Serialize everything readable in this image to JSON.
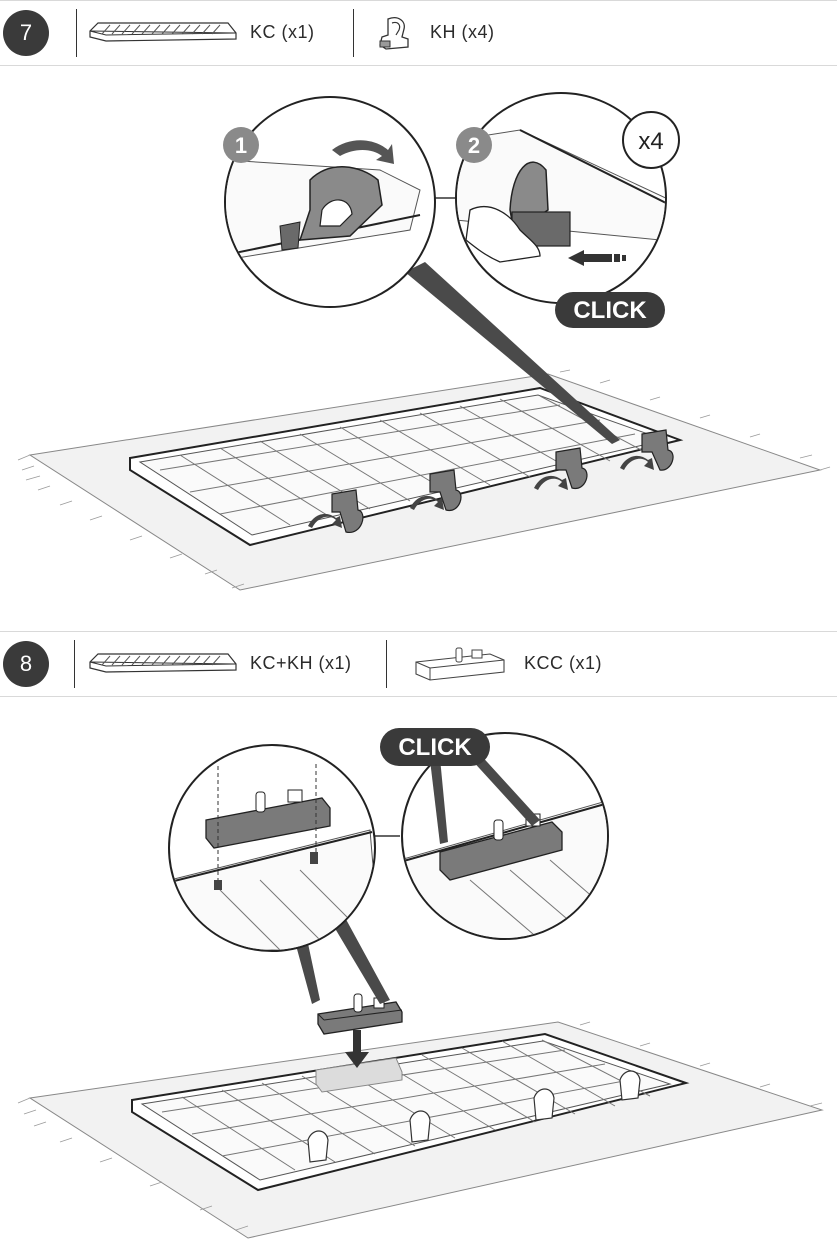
{
  "steps": [
    {
      "number": "7",
      "parts": [
        {
          "icon": "kc-panel-icon",
          "label": "KC (x1)"
        },
        {
          "icon": "kh-clip-icon",
          "label": "KH (x4)"
        }
      ],
      "callouts": {
        "substep_1": "1",
        "substep_2": "2",
        "multiplier": "x4",
        "click": "CLICK"
      }
    },
    {
      "number": "8",
      "parts": [
        {
          "icon": "kc-kh-panel-icon",
          "label": "KC+KH (x1)"
        },
        {
          "icon": "kcc-connector-icon",
          "label": "KCC (x1)"
        }
      ],
      "callouts": {
        "click": "CLICK"
      }
    }
  ],
  "colors": {
    "badge": "#3a3a3a",
    "line": "#2b2b2b",
    "part_fill": "#6b6b6b",
    "floor": "#f2f2f2"
  }
}
